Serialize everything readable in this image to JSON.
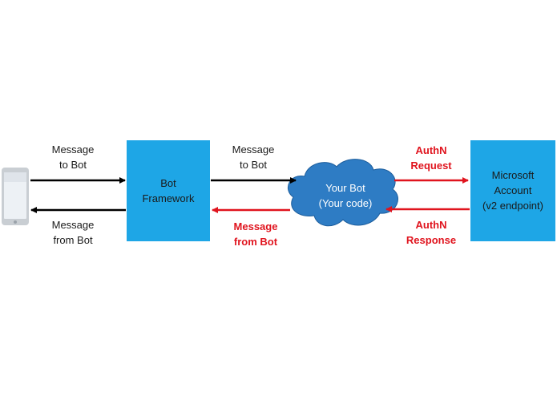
{
  "nodes": {
    "bot_framework": {
      "line1": "Bot",
      "line2": "Framework"
    },
    "your_bot": {
      "line1": "Your Bot",
      "line2": "(Your code)"
    },
    "microsoft_account": {
      "line1": "Microsoft",
      "line2": "Account",
      "line3": "(v2 endpoint)"
    }
  },
  "edges": {
    "phone_to_framework": {
      "line1": "Message",
      "line2": "to Bot"
    },
    "framework_to_phone": {
      "line1": "Message",
      "line2": "from Bot"
    },
    "framework_to_bot": {
      "line1": "Message",
      "line2": "to Bot"
    },
    "bot_to_framework": {
      "line1": "Message",
      "line2": "from Bot"
    },
    "bot_to_account": {
      "line1": "AuthN",
      "line2": "Request"
    },
    "account_to_bot": {
      "line1": "AuthN",
      "line2": "Response"
    }
  },
  "colors": {
    "box": "#1ea6e6",
    "cloud": "#2e7cc4",
    "black_arrow": "#000000",
    "red_arrow": "#e0141e"
  }
}
